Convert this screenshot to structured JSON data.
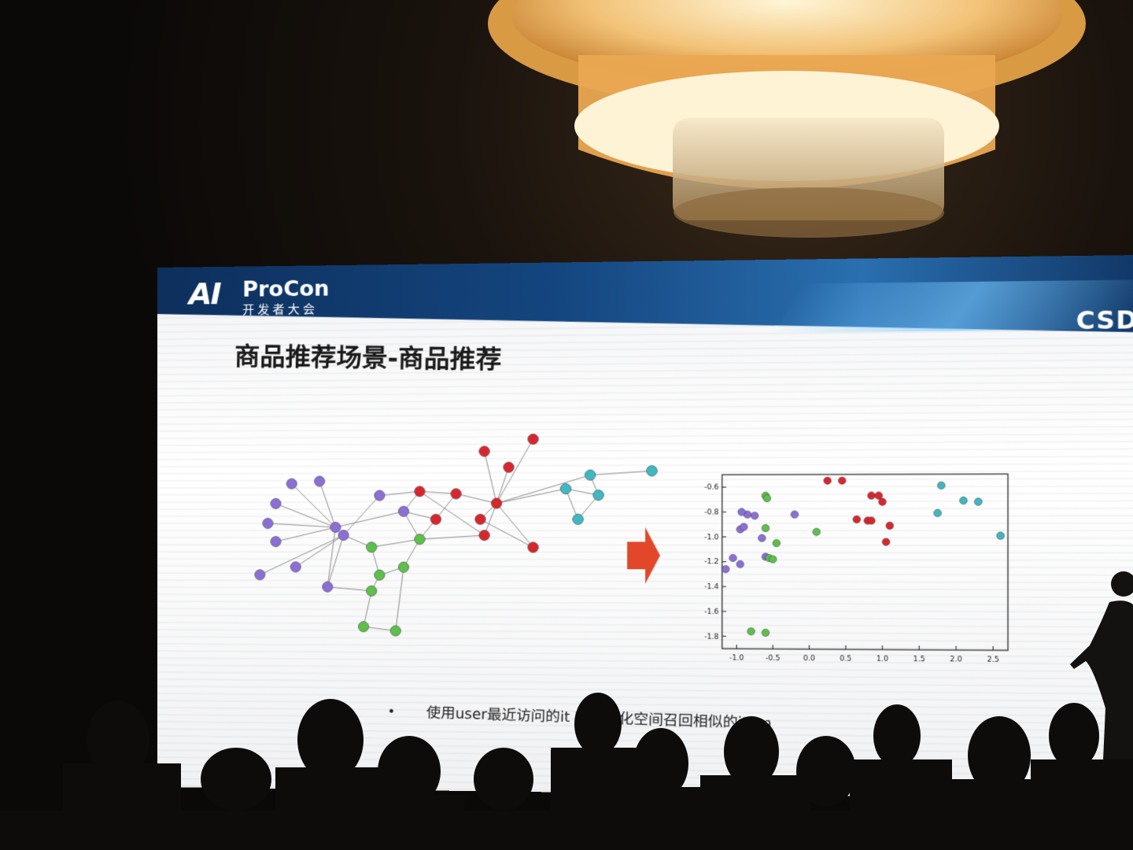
{
  "slide": {
    "logo_ai": "AI",
    "logo_procon": "ProCon",
    "logo_subtitle": "开发者大会",
    "brand": "CSDN",
    "title": "商品推荐场景-商品推荐",
    "bullet": "使用user最近访问的it     在向量化空间召回相似的item"
  },
  "colors": {
    "purple": "#8b6fd6",
    "green": "#5cc04a",
    "red": "#d9262e",
    "cyan": "#3fb8c2",
    "arrow": "#e2472a"
  },
  "chart_data": {
    "type": "scatter",
    "xlim": [
      -1.2,
      2.7
    ],
    "ylim": [
      -1.9,
      -0.5
    ],
    "x_ticks": [
      "-1.0",
      "-0.5",
      "0.0",
      "0.5",
      "1.0",
      "1.5",
      "2.0",
      "2.5"
    ],
    "y_ticks": [
      "-0.6",
      "-0.8",
      "-1.0",
      "-1.2",
      "-1.4",
      "-1.6",
      "-1.8"
    ],
    "series": [
      {
        "group": "purple",
        "points": [
          [
            -1.15,
            -1.26
          ],
          [
            -1.05,
            -1.17
          ],
          [
            -0.95,
            -0.94
          ],
          [
            -0.9,
            -0.92
          ],
          [
            -0.95,
            -1.22
          ],
          [
            -0.85,
            -0.82
          ],
          [
            -0.93,
            -0.8
          ],
          [
            -0.75,
            -0.83
          ],
          [
            -0.65,
            -1.01
          ],
          [
            -0.2,
            -0.82
          ],
          [
            -0.6,
            -1.16
          ]
        ]
      },
      {
        "group": "green",
        "points": [
          [
            -0.6,
            -0.67
          ],
          [
            -0.58,
            -0.69
          ],
          [
            -0.6,
            -0.93
          ],
          [
            -0.45,
            -1.05
          ],
          [
            0.1,
            -0.96
          ],
          [
            -0.55,
            -1.17
          ],
          [
            -0.5,
            -1.18
          ],
          [
            -0.8,
            -1.76
          ],
          [
            -0.6,
            -1.77
          ]
        ]
      },
      {
        "group": "red",
        "points": [
          [
            0.25,
            -0.55
          ],
          [
            0.45,
            -0.55
          ],
          [
            0.85,
            -0.67
          ],
          [
            0.95,
            -0.67
          ],
          [
            1.0,
            -0.72
          ],
          [
            0.65,
            -0.86
          ],
          [
            0.8,
            -0.87
          ],
          [
            0.85,
            -0.87
          ],
          [
            1.1,
            -0.91
          ],
          [
            1.05,
            -1.04
          ]
        ]
      },
      {
        "group": "cyan",
        "points": [
          [
            1.8,
            -0.59
          ],
          [
            1.75,
            -0.81
          ],
          [
            2.1,
            -0.71
          ],
          [
            2.3,
            -0.72
          ],
          [
            2.6,
            -0.99
          ]
        ]
      }
    ]
  }
}
